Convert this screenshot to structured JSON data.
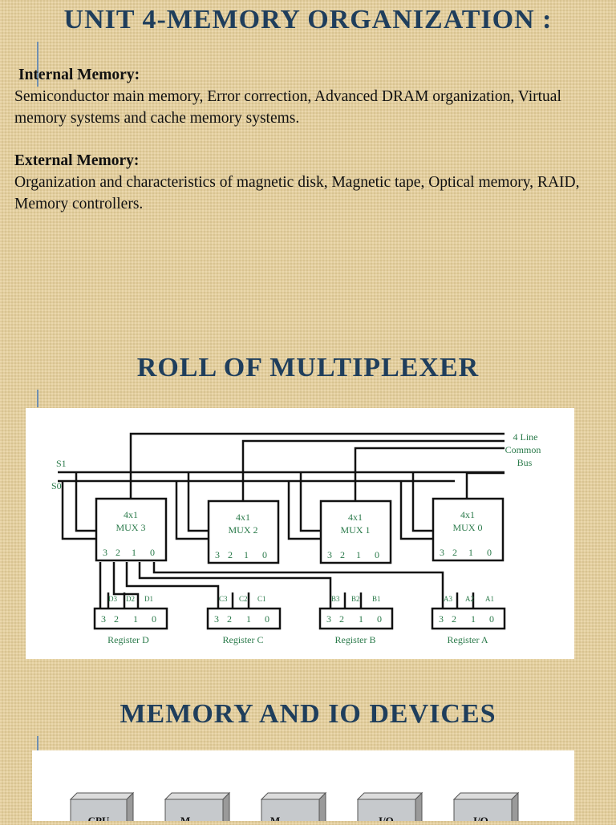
{
  "slide1": {
    "title": "UNIT 4-MEMORY ORGANIZATION :",
    "internal_heading": "Internal Memory:",
    "internal_text": "Semiconductor main memory, Error correction, Advanced DRAM organization, Virtual memory systems and cache memory systems.",
    "external_heading": "External Memory:",
    "external_text": "Organization and characteristics of magnetic disk, Magnetic tape, Optical memory, RAID, Memory controllers."
  },
  "slide2": {
    "title": "ROLL OF MULTIPLEXER",
    "bus_label_1": "4 Line",
    "bus_label_2": "Common",
    "bus_label_3": "Bus",
    "s1": "S1",
    "s0": "S0",
    "mux_top": "4x1",
    "muxes": [
      "MUX 3",
      "MUX 2",
      "MUX 1",
      "MUX 0"
    ],
    "input_digits": [
      "3",
      "2",
      "1",
      "0"
    ],
    "registers": [
      "Register D",
      "Register C",
      "Register B",
      "Register A"
    ],
    "register_bits": [
      [
        "D3",
        "D2",
        "D1"
      ],
      [
        "C3",
        "C2",
        "C1"
      ],
      [
        "B3",
        "B2",
        "B1"
      ],
      [
        "A3",
        "A2",
        "A1"
      ]
    ]
  },
  "slide3": {
    "title": "MEMORY AND IO DEVICES",
    "boxes": [
      "CPU",
      "M",
      "M",
      "I/O",
      "I/O"
    ]
  },
  "colors": {
    "title": "#1f3e5c",
    "wire": "#111111",
    "label_green": "#2a7a4a"
  }
}
